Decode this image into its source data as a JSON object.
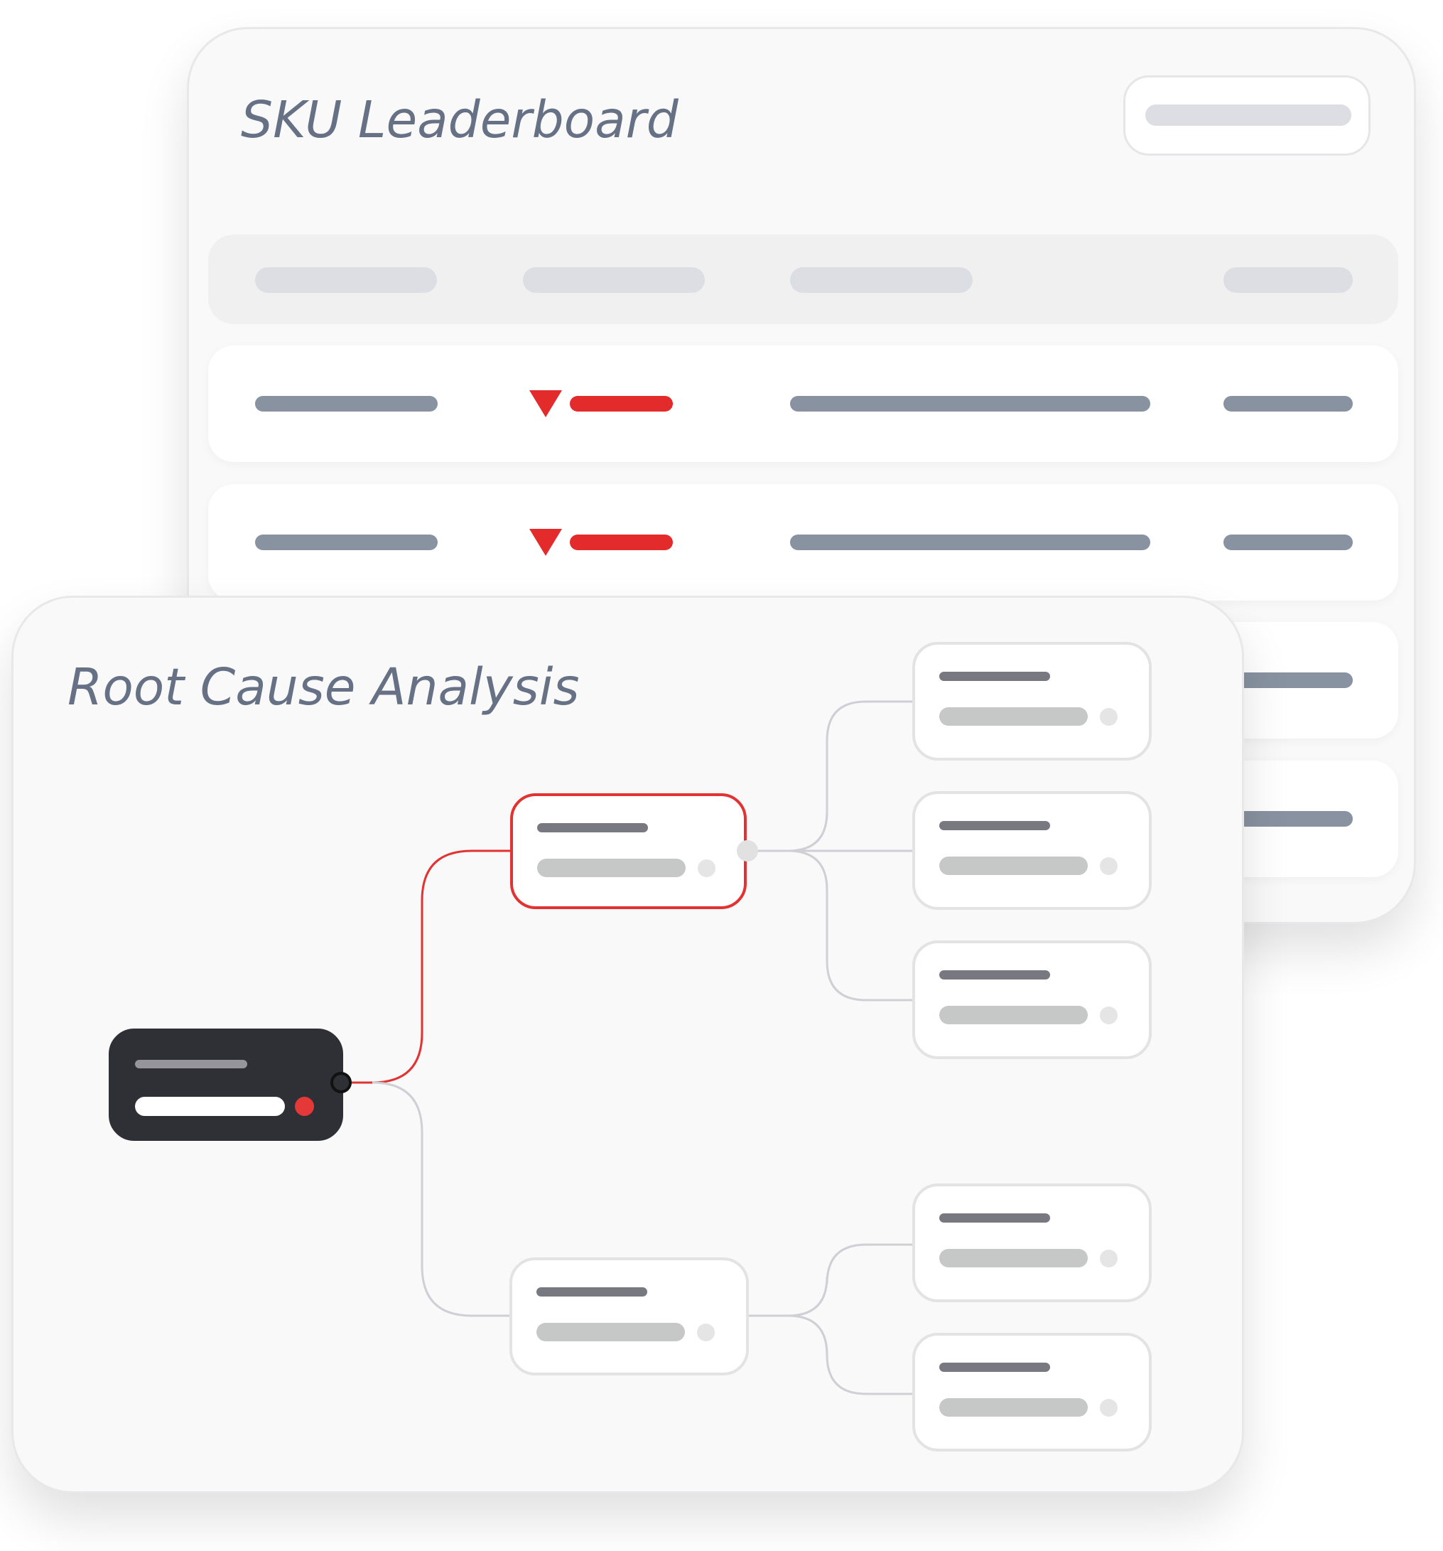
{
  "leaderboard": {
    "title": "SKU Leaderboard",
    "row_count": 5,
    "trend_indicator": "down-triangle-icon"
  },
  "root_cause": {
    "title": "Root Cause Analysis",
    "node_count": 8,
    "highlighted_path": [
      "root",
      "branch-top"
    ]
  },
  "colors": {
    "card_background": "#f9f9f9",
    "title_text": "#667185",
    "negative_accent": "#e32b2b",
    "placeholder_dark": "#8892a0",
    "placeholder_light": "#dcdee3",
    "root_node": "#2f2f36",
    "connector_neutral": "#cfcfd6"
  }
}
